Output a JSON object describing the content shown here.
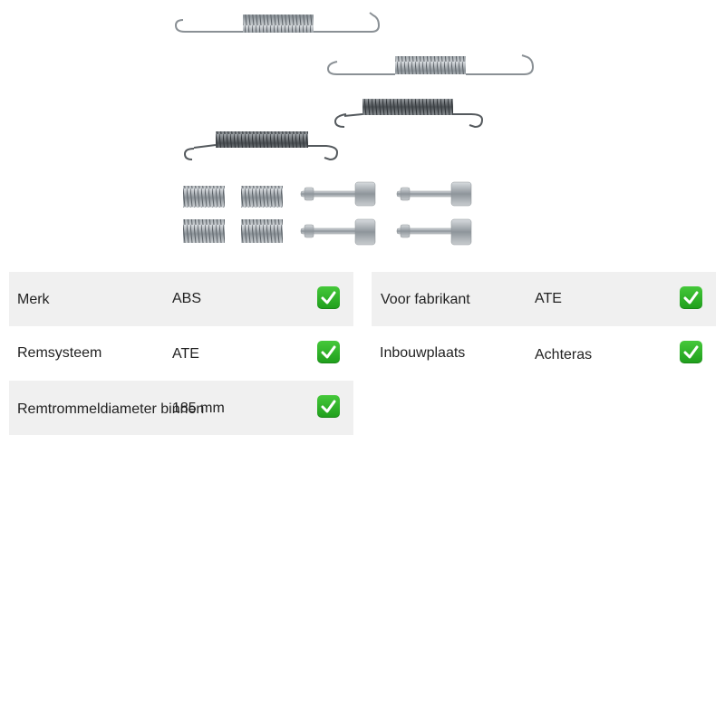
{
  "image": {
    "icon": "brake-spring-kit-image",
    "description_parts": [
      "long-return-springs",
      "hold-down-springs",
      "retaining-pins"
    ]
  },
  "specs": {
    "left": [
      {
        "label": "Merk",
        "value": "ABS",
        "icon": "check-icon",
        "shaded": true
      },
      {
        "label": "Remsysteem",
        "value": "ATE",
        "icon": "check-icon",
        "shaded": false
      },
      {
        "label": "Remtrommeldiameter binnen",
        "value": "185 mm",
        "icon": "check-icon",
        "shaded": true
      }
    ],
    "right": [
      {
        "label": "Voor fabrikant",
        "value": "ATE",
        "icon": "check-icon",
        "shaded": true
      },
      {
        "label": "Inbouwplaats",
        "value": "Achteras",
        "icon": "check-icon",
        "shaded": false
      }
    ]
  },
  "colors": {
    "row_shade": "#f0f0f0",
    "check_green": "#2fb52a",
    "text": "#222222"
  }
}
